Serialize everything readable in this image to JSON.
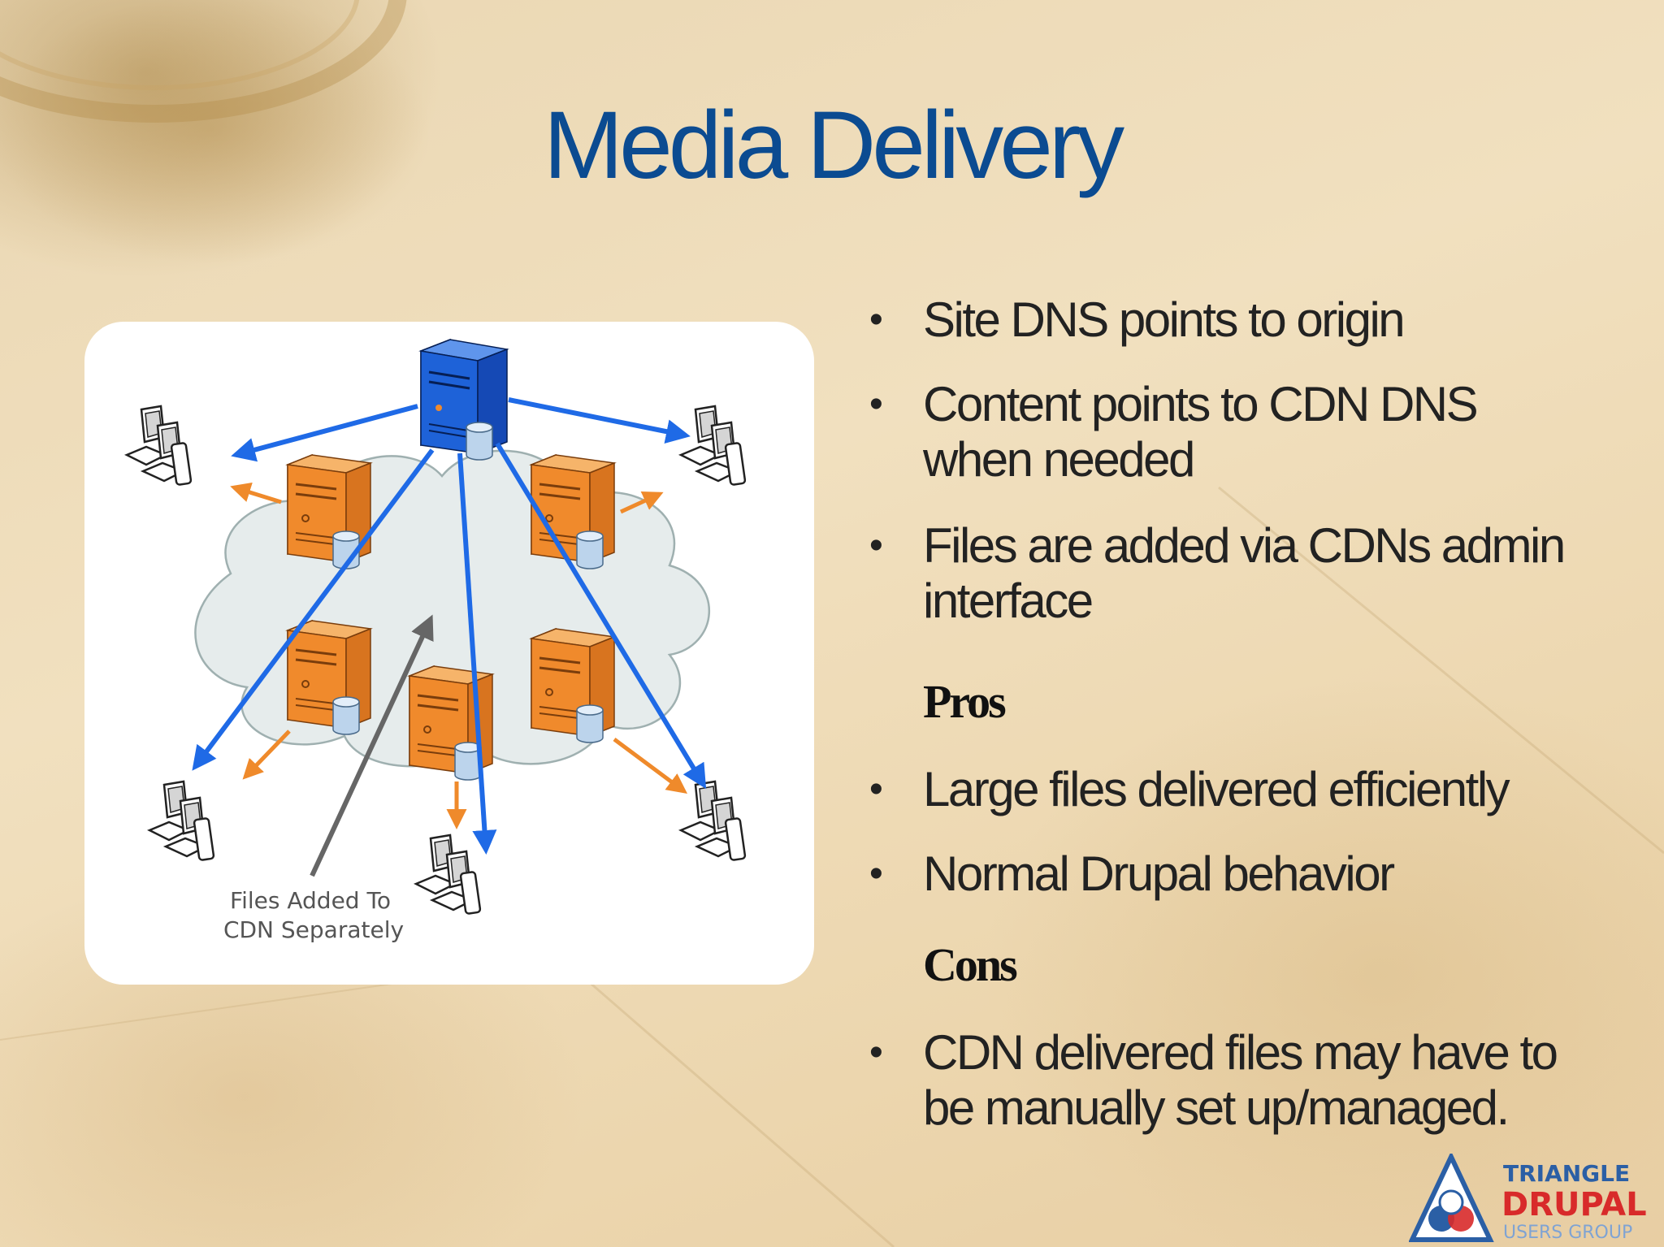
{
  "slide": {
    "title": "Media Delivery",
    "diagram": {
      "caption_line1": "Files Added To",
      "caption_line2": "CDN Separately"
    },
    "bullets": [
      "Site DNS points to origin",
      "Content points to CDN DNS\nwhen needed",
      "Files are added via CDNs admin\ninterface"
    ],
    "pros_heading": "Pros",
    "pros": [
      "Large files delivered efficiently",
      "Normal Drupal behavior"
    ],
    "cons_heading": "Cons",
    "cons": [
      "CDN delivered files may have to\nbe manually set up/managed."
    ],
    "bullet_glyph": "•"
  },
  "logo": {
    "line1": "TRIANGLE",
    "line2": "DRUPAL",
    "line3": "USERS GROUP"
  },
  "colors": {
    "title": "#0b4b91",
    "origin_server": "#1e62d8",
    "edge_server": "#f08a2c",
    "blue_arrow": "#1f6ae6",
    "orange_arrow": "#ef8a2b",
    "cloud": "#e6ecec",
    "logo_blue": "#2b5fa5",
    "logo_red": "#d82a2a"
  },
  "icons": [
    "origin-server-icon",
    "edge-server-icon",
    "client-computer-icon",
    "cloud-icon",
    "triangle-logo-icon"
  ]
}
